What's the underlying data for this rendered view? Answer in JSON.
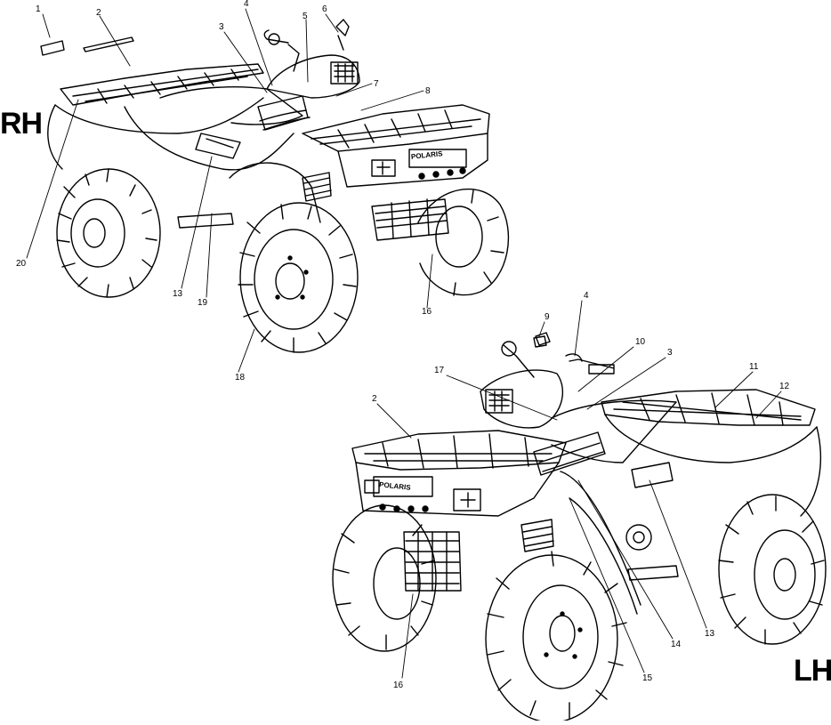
{
  "side_labels": {
    "rh": "RH",
    "lh": "LH"
  },
  "brand_decal": "POLARIS",
  "callouts_rh": [
    "1",
    "2",
    "3",
    "4",
    "5",
    "6",
    "7",
    "8",
    "20",
    "13",
    "19",
    "16",
    "18"
  ],
  "callouts_lh": [
    "9",
    "4",
    "10",
    "3",
    "17",
    "11",
    "2",
    "12",
    "14",
    "13",
    "15",
    "16"
  ],
  "colors": {
    "ink": "#000000",
    "paper": "#ffffff"
  }
}
